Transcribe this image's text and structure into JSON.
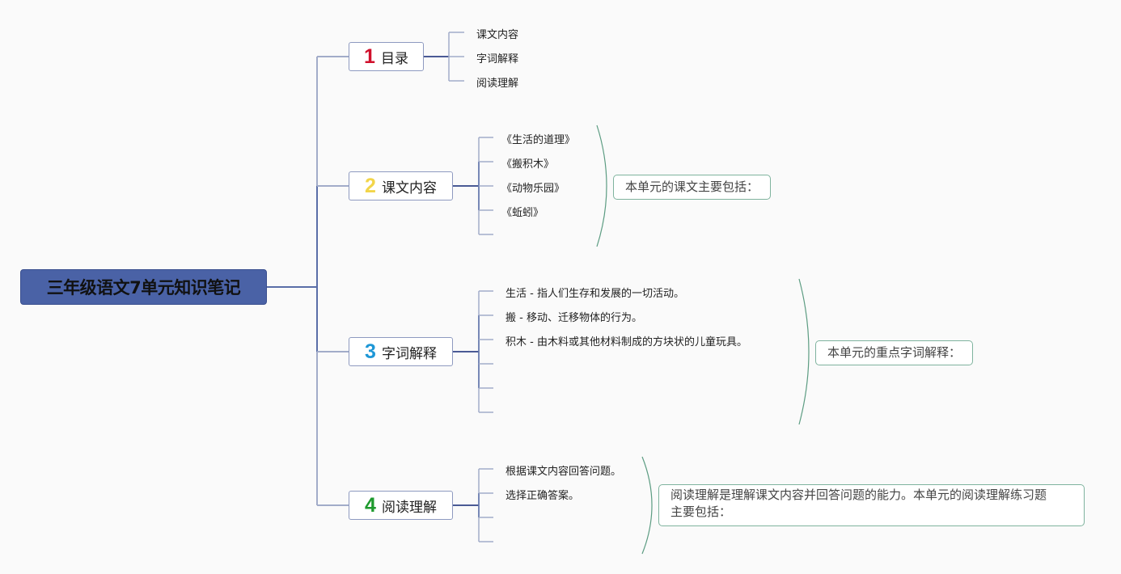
{
  "title": "三年级语文7单元知识笔记",
  "colors": {
    "root": "#4a62a6",
    "connector": "#8e9ac0",
    "bracket": "#5c9c82"
  },
  "branches": [
    {
      "num": "1",
      "num_color": "#d0102c",
      "label": "目录",
      "children": [
        "课文内容",
        "字词解释",
        "阅读理解"
      ]
    },
    {
      "num": "2",
      "num_color": "#f2d54a",
      "label": "课文内容",
      "children": [
        "《生活的道理》",
        "《搬积木》",
        "《动物乐园》",
        "《蚯蚓》",
        ""
      ],
      "summary": "本单元的课文主要包括："
    },
    {
      "num": "3",
      "num_color": "#1e97d6",
      "label": "字词解释",
      "children": [
        "生活 - 指人们生存和发展的一切活动。",
        "搬 - 移动、迁移物体的行为。",
        "积木 - 由木料或其他材料制成的方块状的儿童玩具。",
        "",
        "",
        ""
      ],
      "summary": "本单元的重点字词解释："
    },
    {
      "num": "4",
      "num_color": "#1e9a2e",
      "label": "阅读理解",
      "children": [
        "根据课文内容回答问题。",
        "选择正确答案。",
        "",
        ""
      ],
      "summary_line1": "阅读理解是理解课文内容并回答问题的能力。本单元的阅读理解练习题",
      "summary_line2": "主要包括："
    }
  ]
}
